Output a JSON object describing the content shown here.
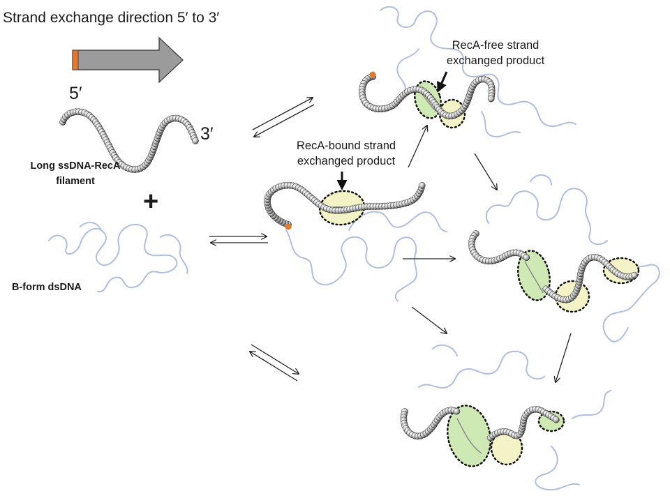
{
  "title": "Strand exchange direction 5′ to  3′",
  "labels": {
    "five_prime": "5′",
    "three_prime": "3′",
    "filament_line1": "Long ssDNA-RecA",
    "filament_line2": "filament",
    "plus": "+",
    "dsdna": "B-form dsDNA",
    "recA_bound_line1": "RecA-bound strand",
    "recA_bound_line2": "exchanged product",
    "recA_free_line1": "RecA-free  strand",
    "recA_free_line2": "exchanged product"
  },
  "colors": {
    "arrow_fill": "#9b9b9b",
    "arrow_tip": "#e8782e",
    "bead": "#c9c9c9",
    "dsdna": "#aebde0",
    "bubble_green": "#cfe9b4",
    "bubble_yellow": "#f4f3c8",
    "end_dot": "#e07a2e"
  }
}
